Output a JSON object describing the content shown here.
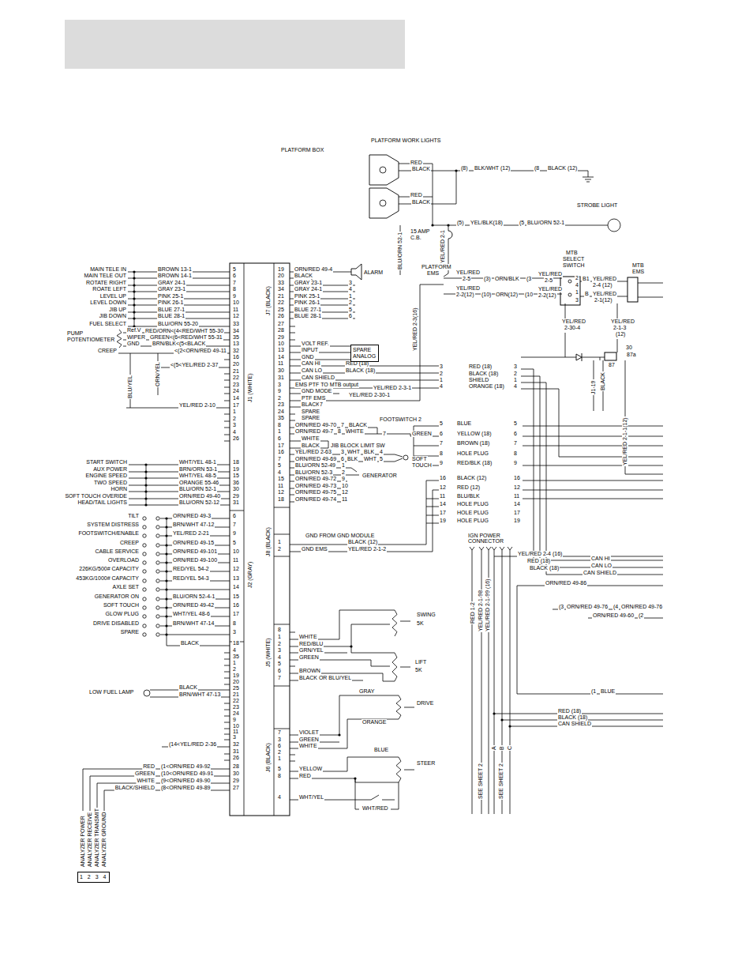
{
  "diagram": {
    "nodes": [
      {
        "text": [
          "SPARE ANALOG"
        ]
      },
      {
        "text": [
          "1 2 3 4"
        ]
      }
    ],
    "labels": [
      "PLATFORM BOX",
      "PLATFORM WORK LIGHTS",
      "RED",
      "BLACK",
      "RED",
      "BLACK",
      "(8)",
      "BLK/WHT (12)",
      "(8",
      "BLACK (12)",
      "STROBE LIGHT",
      "(5)",
      "YEL/BLK(18)",
      "(5",
      "BLU/ORN 52-1",
      "15 AMP",
      "C.B.",
      "BLU/ORN 52-1",
      "YEL/RED 2-1",
      "PLATFORM",
      "EMS",
      "YEL/RED",
      "2-5",
      "(3)",
      "ORN/BLK",
      "(3",
      "YEL/RED",
      "2-5",
      "YEL/RED",
      "2-2(12)",
      "(10)",
      "ORN(12)",
      "(10",
      "YEL/RED",
      "2-2(12)",
      "MTB",
      "SELECT",
      "SWITCH",
      "MTB",
      "EMS",
      "2",
      "B1",
      "YEL/RED",
      "2-4 (12)",
      "4",
      "1",
      "B",
      "YEL/RED",
      "2-1(12)",
      "3",
      "YEL/RED",
      "2-30-4",
      "YEL/RED",
      "2-1-3",
      "(12)",
      "30",
      "87a",
      "87",
      "BLACK",
      "J1-19",
      "YEL/RED 2-1-1(12)",
      "MAIN TELE IN",
      "BROWN 13-1",
      "5",
      "MAIN TELE OUT",
      "BROWN 14-1",
      "6",
      "ROTATE RIGHT",
      "GRAY 24-1",
      "7",
      "ROATE LEFT",
      "GRAY 23-1",
      "8",
      "LEVEL UP",
      "PINK 25-1",
      "9",
      "LEVEL DOWN",
      "PINK 26-1",
      "10",
      "JIB UP",
      "BLUE 27-1",
      "11",
      "JIB DOWN",
      "BLUE 28-1",
      "12",
      "FUEL SELECT",
      "BLU/ORN 55-20",
      "33",
      "PUMP",
      "POTENTIOMETER",
      "Ref.V",
      "RED/ORN<(4<RED/WHT 55-30",
      "34",
      "WIPER",
      "GREEN<(6<RED/WHT 55-31",
      "35",
      "GND",
      "BRN/BLK<(5<BLACK",
      "13",
      "CREEP",
      "<(2<ORN/RED 49-11",
      "32",
      "16",
      "20",
      "<(5<YEL/RED 2-37",
      "21",
      "22",
      "23",
      "24",
      "14",
      "17",
      "YEL/RED 2-10",
      "1",
      "2",
      "3",
      "4",
      "26",
      "BLU/YEL",
      "ORN/YEL",
      "START SWITCH",
      "WHT/YEL 48-1",
      "18",
      "AUX POWER",
      "BRN/ORN 53-1",
      "19",
      "ENGINE SPEED",
      "WHT/YEL 48-5",
      "15",
      "TWO SPEED",
      "ORANGE 55-46",
      "36",
      "HORN",
      "BLU/ORN 52-1",
      "30",
      "SOFT TOUCH OVERIDE",
      "ORN/RED 49-40",
      "29",
      "HEAD/TAIL LIGHTS",
      "BLU/ORN 52-12",
      "31",
      "TILT",
      "ORN/RED 49-3",
      "6",
      "SYSTEM DISTRESS",
      "BRN/WHT 47-12",
      "7",
      "FOOTSWITCH/ENABLE",
      "YEL/RED 2-21",
      "9",
      "CREEP",
      "ORN/RED 49-15",
      "5",
      "CABLE SERVICE",
      "ORN/RED 49-101",
      "10",
      "OVERLOAD",
      "ORN/RED 49-100",
      "11",
      "226KG/500# CAPACITY",
      "RED/YEL 54-2",
      "12",
      "453KG/1000# CAPACITY",
      "RED/YEL 54-3",
      "13",
      "AXLE SET",
      "14",
      "GENERATOR ON",
      "BLU/ORN 52-4-1",
      "15",
      "SOFT TOUCH",
      "ORN/RED 49-42",
      "16",
      "GLOW PLUG",
      "WHT/YEL 48-6",
      "17",
      "DRIVE DISABLED",
      "BRN/WHT 47-14",
      "8",
      "SPARE",
      "3",
      "BLACK",
      "18",
      "4",
      "35",
      "1",
      "2",
      "19",
      "20",
      "LOW FUEL LAMP",
      "BLACK",
      "25",
      "BRN/WHT 47-13",
      "21",
      "22",
      "23",
      "24",
      "9",
      "10",
      "11",
      "3",
      "(14<YEL/RED 2-36",
      "32",
      "31",
      "26",
      "RED",
      "(1<ORN/RED 49-92",
      "28",
      "GREEN",
      "(10<ORN/RED 49-91",
      "30",
      "WHITE",
      "(9<ORN/RED 49-90",
      "29",
      "BLACK/SHIELD",
      "(8<ORN/RED 49-89",
      "27",
      "ANALYZER POWER",
      "ANALYZER RECEIVE",
      "ANALYZER TRANSMIT",
      "ANALYZER GROUND",
      "J1 (WHITE)",
      "J2 (GRAY)",
      "J7 (BLACK)",
      "J8 (BLACK)",
      "J5 (WHITE)",
      "J6 (BLACK)",
      "19",
      "ORN/RED 49-4",
      "ALARM",
      "20",
      "BLACK",
      "33",
      "GRAY 23-1",
      "3",
      "34",
      "GRAY 24-1",
      "4",
      "21",
      "PINK 25-1",
      "1",
      "22",
      "PINK 26-1",
      "2",
      "25",
      "BLUE 27-1",
      "5",
      "26",
      "BLUE 28-1",
      "6",
      "27",
      "28",
      "29",
      "10",
      "VOLT REF.",
      "13",
      "INPUT",
      "14",
      "GND",
      "11",
      "CAN HI",
      "RED (18)",
      "30",
      "CAN LO",
      "BLACK (18)",
      "31",
      "CAN SHIELD",
      "3",
      "EMS PTF TO MTB output",
      "YEL/RED 2-3-1",
      "9",
      "GND MODE",
      "2",
      "PTF EMS",
      "YEL/RED 2-30-1",
      "YEL/RED 2-3(16)",
      "23",
      "BLACK",
      "7",
      "24",
      "SPARE",
      "35",
      "SPARE",
      "8",
      "ORN/RED 49-70",
      "7",
      "BLACK",
      "FOOTSWITCH 2",
      "1",
      "ORN/RED 49-7",
      "8",
      "WHITE",
      "7",
      "GREEN",
      "6",
      "WHITE",
      "JIB BLOCK LIMIT SW",
      "17",
      "BLACK",
      "16",
      "YEL/RED 2-63",
      "3",
      "WHT",
      "BLK",
      "4",
      "7",
      "ORN/RED 49-69",
      "6",
      "BLK",
      "WHT",
      "5",
      "SOFT",
      "TOUCH",
      "5",
      "BLU/ORN 52-49",
      "1",
      "4",
      "BLU/ORN 52-3",
      "2",
      "GENERATOR",
      "15",
      "ORN/RED 49-72",
      "9",
      "11",
      "ORN/RED 49-73",
      "10",
      "12",
      "ORN/RED 49-75",
      "12",
      "18",
      "ORN/RED 49-74",
      "11",
      "GND FROM GND MODULE",
      "1",
      "BLACK (12)",
      "2",
      "GND EMS",
      "YEL/RED 2-1-2",
      "8",
      "1",
      "WHITE",
      "2",
      "RED/BLU",
      "3",
      "GRN/YEL",
      "4",
      "GREEN",
      "5",
      "6",
      "BROWN",
      "7",
      "BLACK OR BLU/YEL",
      "SWING",
      "5K",
      "LIFT",
      "5K",
      "7",
      "VIOLET",
      "3",
      "GREEN",
      "6",
      "WHITE",
      "2",
      "1",
      "5",
      "YELLOW",
      "8",
      "RED",
      "4",
      "WHT/YEL",
      "GRAY",
      "ORANGE",
      "BLUE",
      "DRIVE",
      "STEER",
      "WHT/RED",
      "3",
      "RED (18)",
      "3",
      "2",
      "BLACK (18)",
      "2",
      "1",
      "SHIELD",
      "1",
      "4",
      "ORANGE (18)",
      "4",
      "5",
      "BLUE",
      "5",
      "6",
      "YELLOW (18)",
      "6",
      "7",
      "BROWN (18)",
      "7",
      "8",
      "HOLE PLUG",
      "8",
      "9",
      "RED/BLK (18)",
      "9",
      "16",
      "BLACK (12)",
      "16",
      "12",
      "RED (12)",
      "12",
      "11",
      "BLU/BLK",
      "11",
      "14",
      "HOLE PLUG",
      "14",
      "17",
      "HOLE PLUG",
      "17",
      "19",
      "HOLE PLUG",
      "19",
      "IGN POWER",
      "CONNECTOR",
      "YEL/RED 2-4 (16)",
      "RED (18)",
      "CAN HI",
      "BLACK (18)",
      "CAN LO",
      "CAN SHIELD",
      "ORN/RED 49-86",
      "(3",
      "ORN/RED 49-76",
      "(4",
      "ORN/RED 49-76",
      "ORN/RED 49-60",
      "(2",
      "(1",
      "BLUE",
      "RED (18)",
      "BLACK (18)",
      "CAN SHIELD",
      "RED 1-2",
      "YEL/RED 2-1-98",
      "YEL/RED 2-1-99 (16)",
      "A",
      "B",
      "C",
      "SEE SHEET 2",
      "SEE SHEET 2"
    ]
  }
}
